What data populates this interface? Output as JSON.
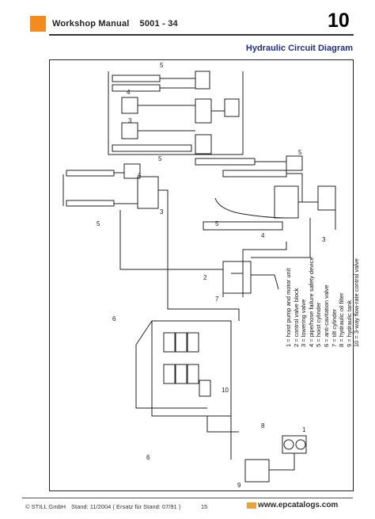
{
  "header": {
    "title": "Workshop Manual    5001 - 34",
    "chapter": "10",
    "accent_color": "#f28c1e"
  },
  "section_title": "Hydraulic Circuit Diagram",
  "legend": [
    "1 = hoist pump and motor unit",
    "2 = control valve block",
    "3 = lowering valve",
    "4 = pipe/hose failure safety device",
    "5 = hoist cylinder",
    "6 = anti-cavitation valve",
    "7 = tilt cylinder",
    "8 = hydraulic oil filter",
    "9 = hydraulic tank",
    "10 = 3-way flow-rate control valve"
  ],
  "component_numbers": [
    "5",
    "4",
    "3",
    "5",
    "4",
    "3",
    "5",
    "5",
    "4",
    "3",
    "5",
    "2",
    "7",
    "6",
    "10",
    "8",
    "1",
    "9",
    "6"
  ],
  "footer": {
    "copyright": "© STILL GmbH",
    "stand": "Stand:  11/2004 ( Ersatz für Stand: 07/91 )",
    "page": "15",
    "watermark": "www.epcatalogs.com"
  }
}
